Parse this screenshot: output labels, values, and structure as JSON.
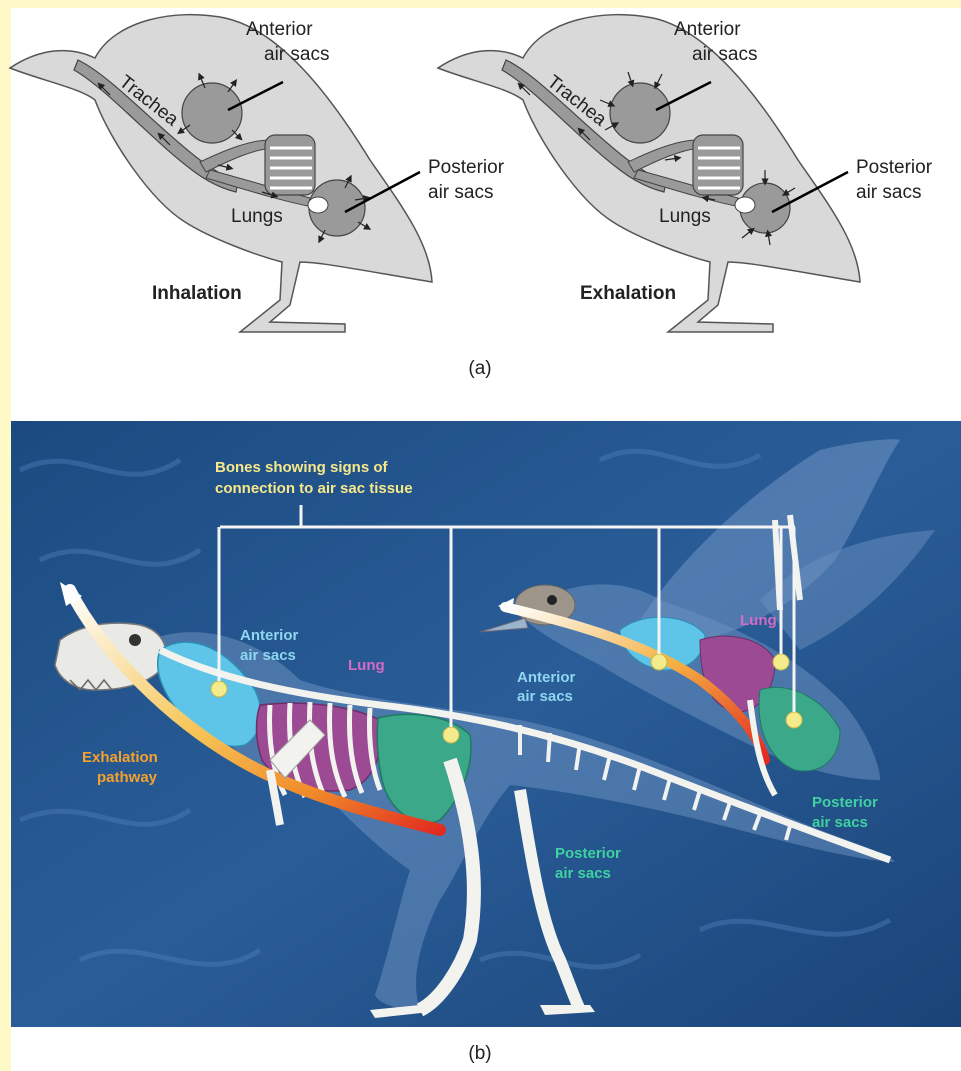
{
  "panel_a": {
    "inhalation": {
      "trachea": "Trachea",
      "anterior_line1": "Anterior",
      "anterior_line2": "air sacs",
      "posterior_line1": "Posterior",
      "posterior_line2": "air sacs",
      "lungs": "Lungs",
      "phase": "Inhalation"
    },
    "exhalation": {
      "trachea": "Trachea",
      "anterior_line1": "Anterior",
      "anterior_line2": "air sacs",
      "posterior_line1": "Posterior",
      "posterior_line2": "air sacs",
      "lungs": "Lungs",
      "phase": "Exhalation"
    },
    "caption": "(a)"
  },
  "panel_b": {
    "bones_line1": "Bones showing signs of",
    "bones_line2": "connection to air sac tissue",
    "dino_anterior_line1": "Anterior",
    "dino_anterior_line2": "air sacs",
    "dino_lung": "Lung",
    "exhalation_line1": "Exhalation",
    "exhalation_line2": "pathway",
    "dino_posterior_line1": "Posterior",
    "dino_posterior_line2": "air sacs",
    "bird_lung": "Lung",
    "bird_anterior_line1": "Anterior",
    "bird_anterior_line2": "air sacs",
    "bird_posterior_line1": "Posterior",
    "bird_posterior_line2": "air sacs",
    "caption": "(b)"
  },
  "colors": {
    "bird_body": "#d9d9d9",
    "sac_gray": "#9a9a9a",
    "ocean_blue": "#1f4f86",
    "label_yellow": "#f7e98a",
    "label_cyan": "#8fd6f0",
    "label_magenta": "#d66bc6",
    "label_green": "#3fd1a0",
    "label_orange": "#f5a12d"
  }
}
